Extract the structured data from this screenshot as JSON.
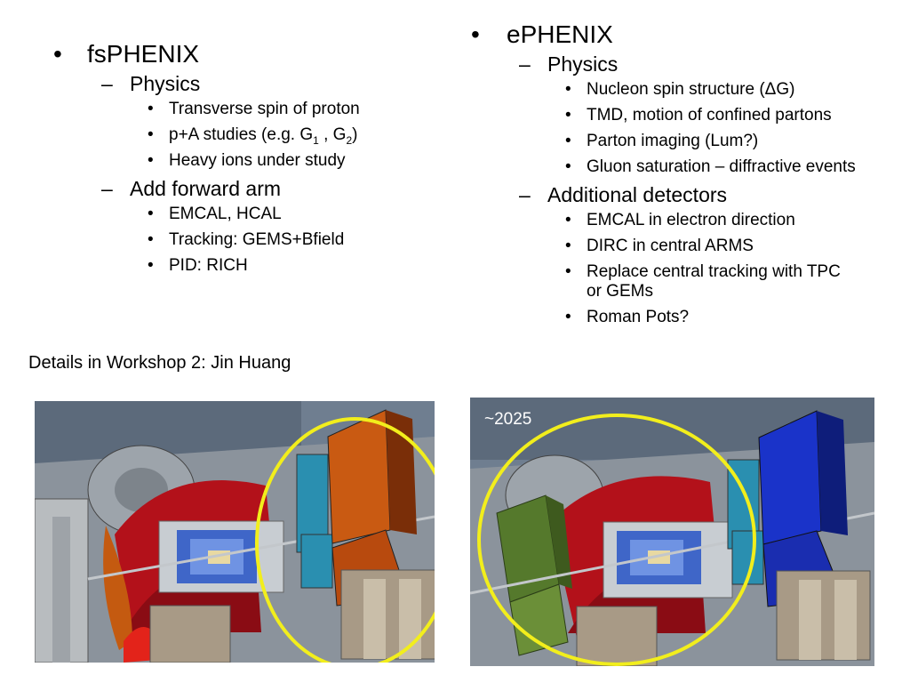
{
  "left": {
    "title": "fsPHENIX",
    "sections": [
      {
        "heading": "Physics",
        "items": [
          "Transverse spin of proton",
          "p+A studies (e.g. G",
          "Heavy ions under study"
        ]
      },
      {
        "heading": "Add forward arm",
        "items": [
          "EMCAL, HCAL",
          "Tracking: GEMS+Bfield",
          "PID: RICH"
        ]
      }
    ],
    "pa_parts": {
      "pre": "p+A studies (e.g. G",
      "sub1": "1",
      "mid": " , G",
      "sub2": "2",
      "post": ")"
    }
  },
  "right": {
    "title": "ePHENIX",
    "sections": [
      {
        "heading": "Physics",
        "items": [
          "Nucleon spin structure (ΔG)",
          "TMD, motion of confined partons",
          "Parton imaging (Lum?)",
          "Gluon saturation – diffractive events"
        ]
      },
      {
        "heading": "Additional detectors",
        "items": [
          "EMCAL in electron direction",
          "DIRC in central ARMS",
          "Replace central tracking with TPC or GEMs",
          "Roman Pots?"
        ]
      }
    ]
  },
  "bullets": {
    "level1": "•",
    "level2": "–",
    "level3": "•"
  },
  "note": "Details in Workshop 2: Jin Huang",
  "right_image_label": "~2025",
  "colors": {
    "highlight_ellipse": "#f2ee1c",
    "fs_arm": "#b5400c",
    "e_arm": "#1732c9",
    "e_emcal": "#55792c"
  }
}
